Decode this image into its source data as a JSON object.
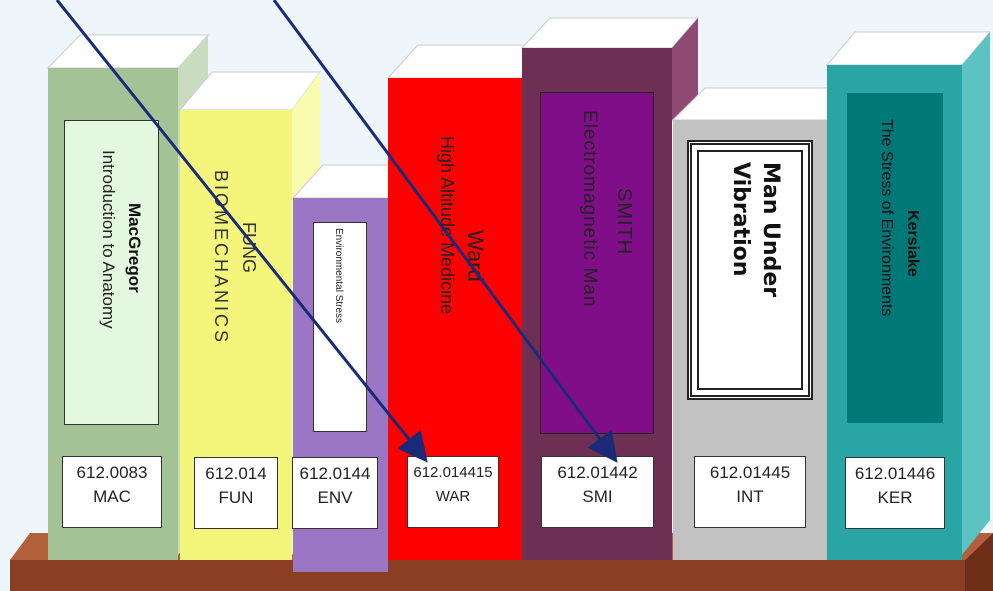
{
  "books": [
    {
      "id": "mac",
      "author": "MacGregor",
      "title": "Introduction to Anatomy",
      "call_number": "612.0083",
      "code": "MAC",
      "color": "#a3c397"
    },
    {
      "id": "fun",
      "author": "FUNG",
      "title": "BIOMECHANICS",
      "call_number": "612.014",
      "code": "FUN",
      "color": "#f3f67a"
    },
    {
      "id": "env",
      "author": "",
      "title": "Environmental Stress",
      "call_number": "612.0144",
      "code": "ENV",
      "color": "#9a76c4"
    },
    {
      "id": "war",
      "author": "Ward",
      "title": "High Altitude Medicine",
      "call_number": "612.014415",
      "code": "WAR",
      "color": "#ff0000"
    },
    {
      "id": "smi",
      "author": "SMITH",
      "title": "Electromagnetic Man",
      "call_number": "612.01442",
      "code": "SMI",
      "color": "#6e2f54"
    },
    {
      "id": "int",
      "author": "",
      "title": "Man Under Vibration",
      "call_number": "612.01445",
      "code": "INT",
      "color": "#c2c2c2"
    },
    {
      "id": "ker",
      "author": "Kersiake",
      "title": "The Stress of Environments",
      "call_number": "612.01446",
      "code": "KER",
      "color": "#2aa5a5"
    }
  ],
  "colors": {
    "shelf": "#9a4a2a",
    "shelf_top": "#c06a3a",
    "arrow": "#1a2a78"
  }
}
